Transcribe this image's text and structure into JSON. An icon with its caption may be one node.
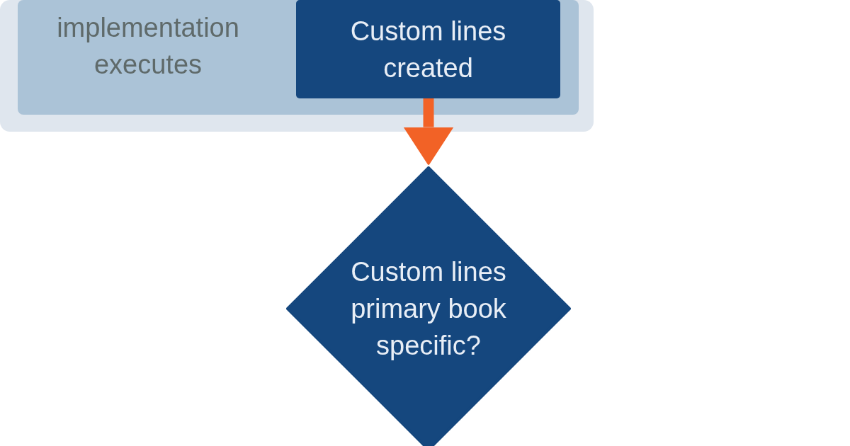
{
  "diagram": {
    "nodes": [
      {
        "text": [],
        "shape": "box"
      },
      {
        "text": [
          "implementation executes"
        ],
        "in": 0
      },
      {
        "text": [
          "Custom lines created"
        ],
        "in": 1
      },
      {
        "text": [
          "Custom lines primary book specific?"
        ]
      }
    ],
    "edges": [
      {
        "from": 2,
        "to": 3,
        "arrow": "to",
        "color": "#f26226"
      }
    ]
  }
}
